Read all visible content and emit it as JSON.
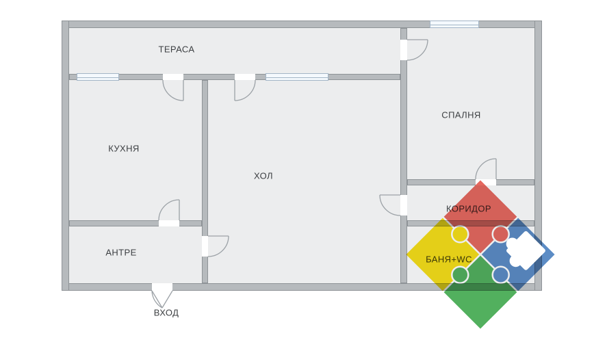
{
  "rooms": {
    "terrace": {
      "label": "ТЕРАСА"
    },
    "kitchen": {
      "label": "КУХНЯ"
    },
    "hall": {
      "label": "ХОЛ"
    },
    "bedroom": {
      "label": "СПАЛНЯ"
    },
    "corridor": {
      "label": "КОРИДОР"
    },
    "antre": {
      "label": "АНТРЕ"
    },
    "bathroom": {
      "label": "БАНЯ+WC"
    },
    "entrance": {
      "label": "ВХОД"
    }
  },
  "colors": {
    "floor": "#ecedee",
    "wall_fill": "#b6babd",
    "wall_border": "#8e9397",
    "window_fill": "#f4f9fd",
    "window_border": "#a3b5c6",
    "door_arc": "#9ba1a6",
    "label_text": "#3c3f42",
    "logo_red": "#e2574d",
    "logo_blue": "#4a80bf",
    "logo_yellow": "#f6dc00",
    "logo_green": "#3fa84c"
  }
}
